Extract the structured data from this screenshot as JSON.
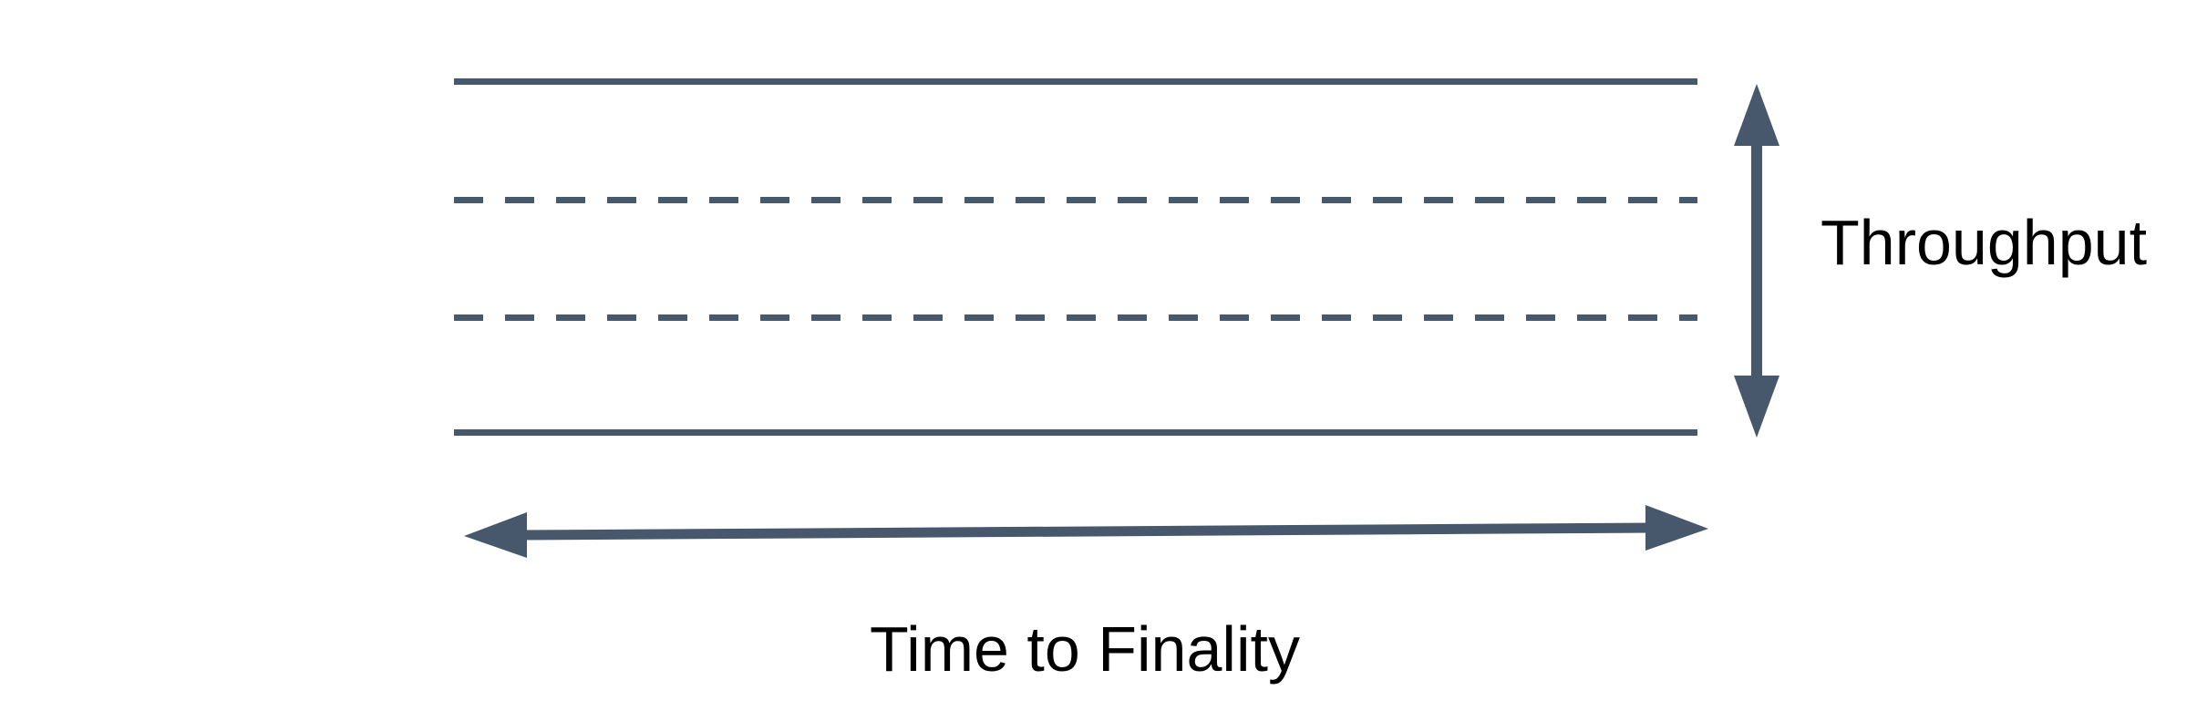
{
  "diagram": {
    "labels": {
      "vertical_axis": "Throughput",
      "horizontal_axis": "Time to Finality"
    },
    "icons": {
      "vertical_axis_arrow": "double-arrow-vertical-icon",
      "horizontal_axis_arrow": "double-arrow-horizontal-icon"
    },
    "lines": {
      "solid_line_count": 2,
      "dashed_line_count": 2
    }
  },
  "colors": {
    "shape": "#47586C",
    "label_text": "#000000",
    "background": "#FFFFFF"
  }
}
